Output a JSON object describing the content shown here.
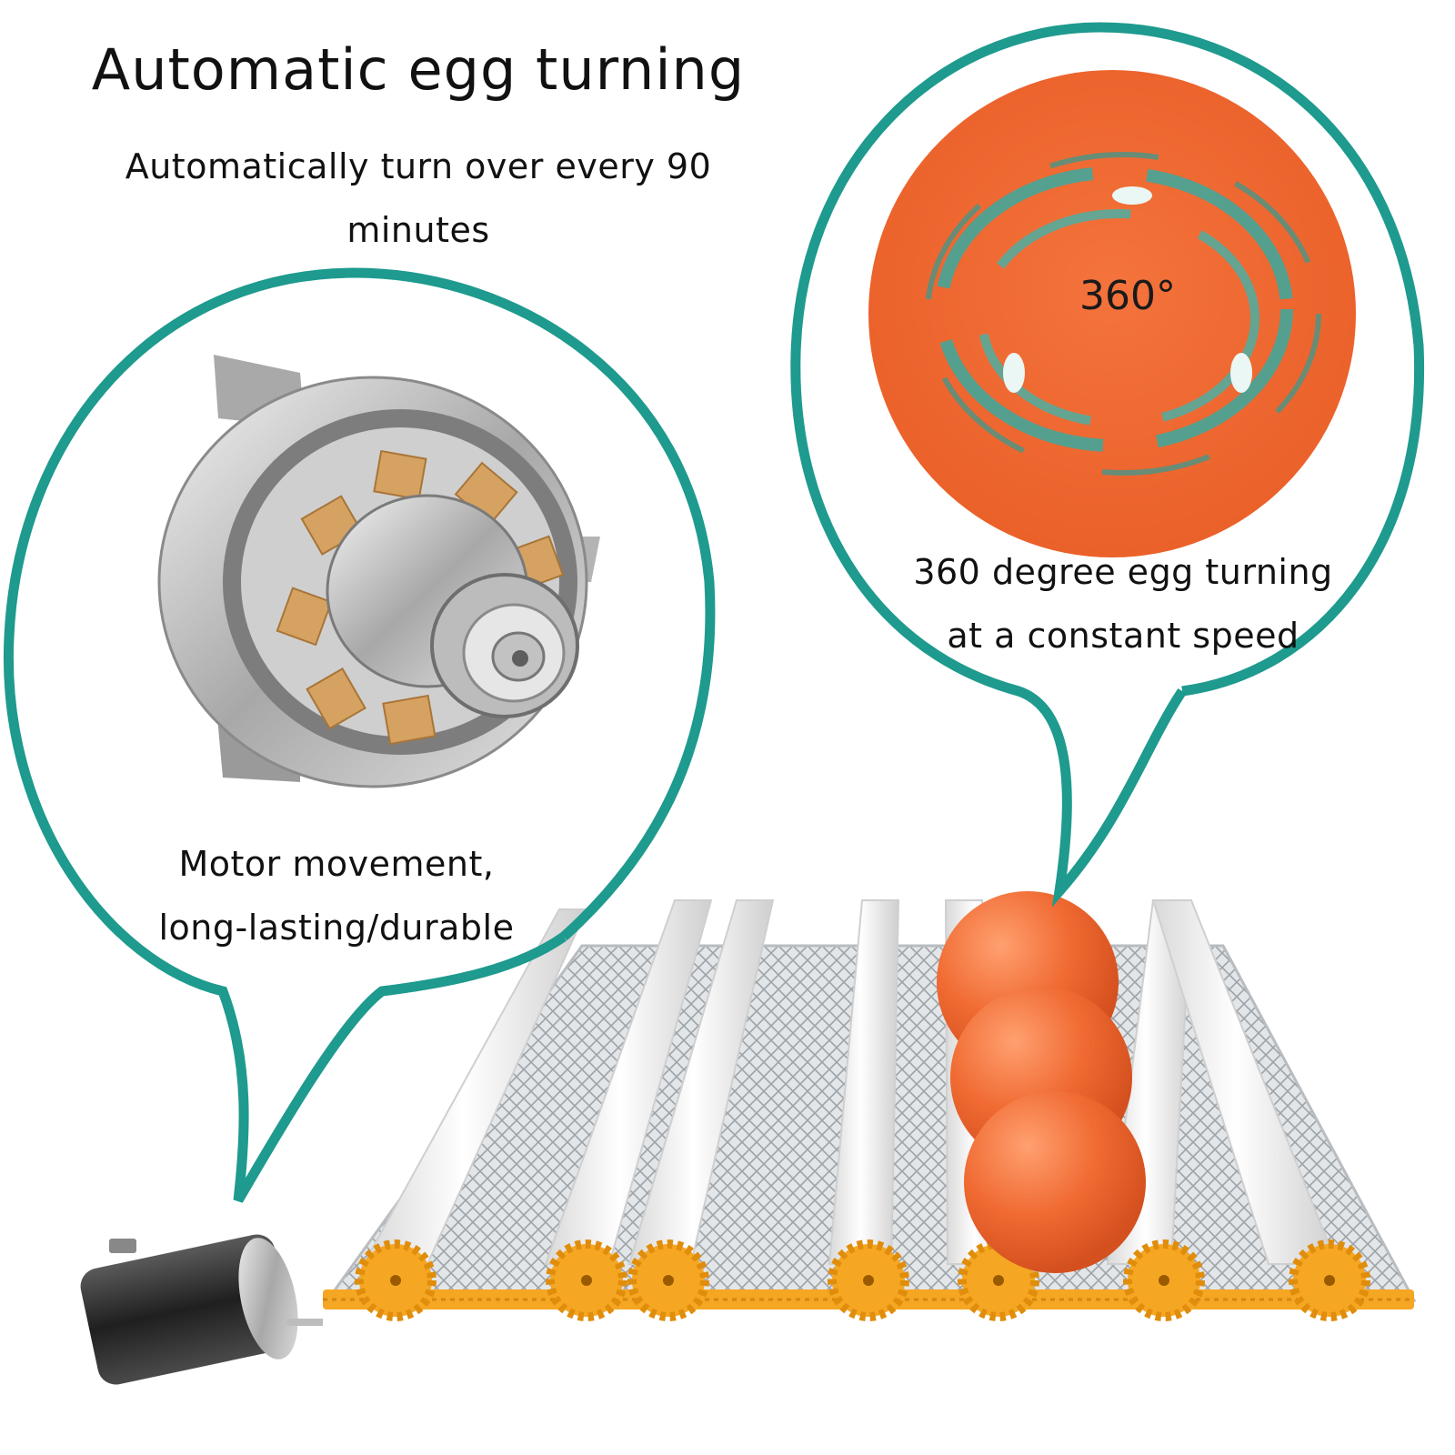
{
  "header": {
    "title": "Automatic egg turning",
    "subtitle_line1": "Automatically turn over every 90",
    "subtitle_line2": "minutes"
  },
  "motor_bubble": {
    "caption_line1": "Motor movement,",
    "caption_line2": "long-lasting/durable"
  },
  "egg_bubble": {
    "rotation_label": "360°",
    "caption_line1": "360 degree egg turning",
    "caption_line2": "at a constant speed"
  },
  "colors": {
    "bubble_outline": "#1e9a8e",
    "egg": "#f06a32",
    "gear": "#f5a623",
    "roller": "#f2f2f2",
    "mesh": "#c8ccd0"
  }
}
